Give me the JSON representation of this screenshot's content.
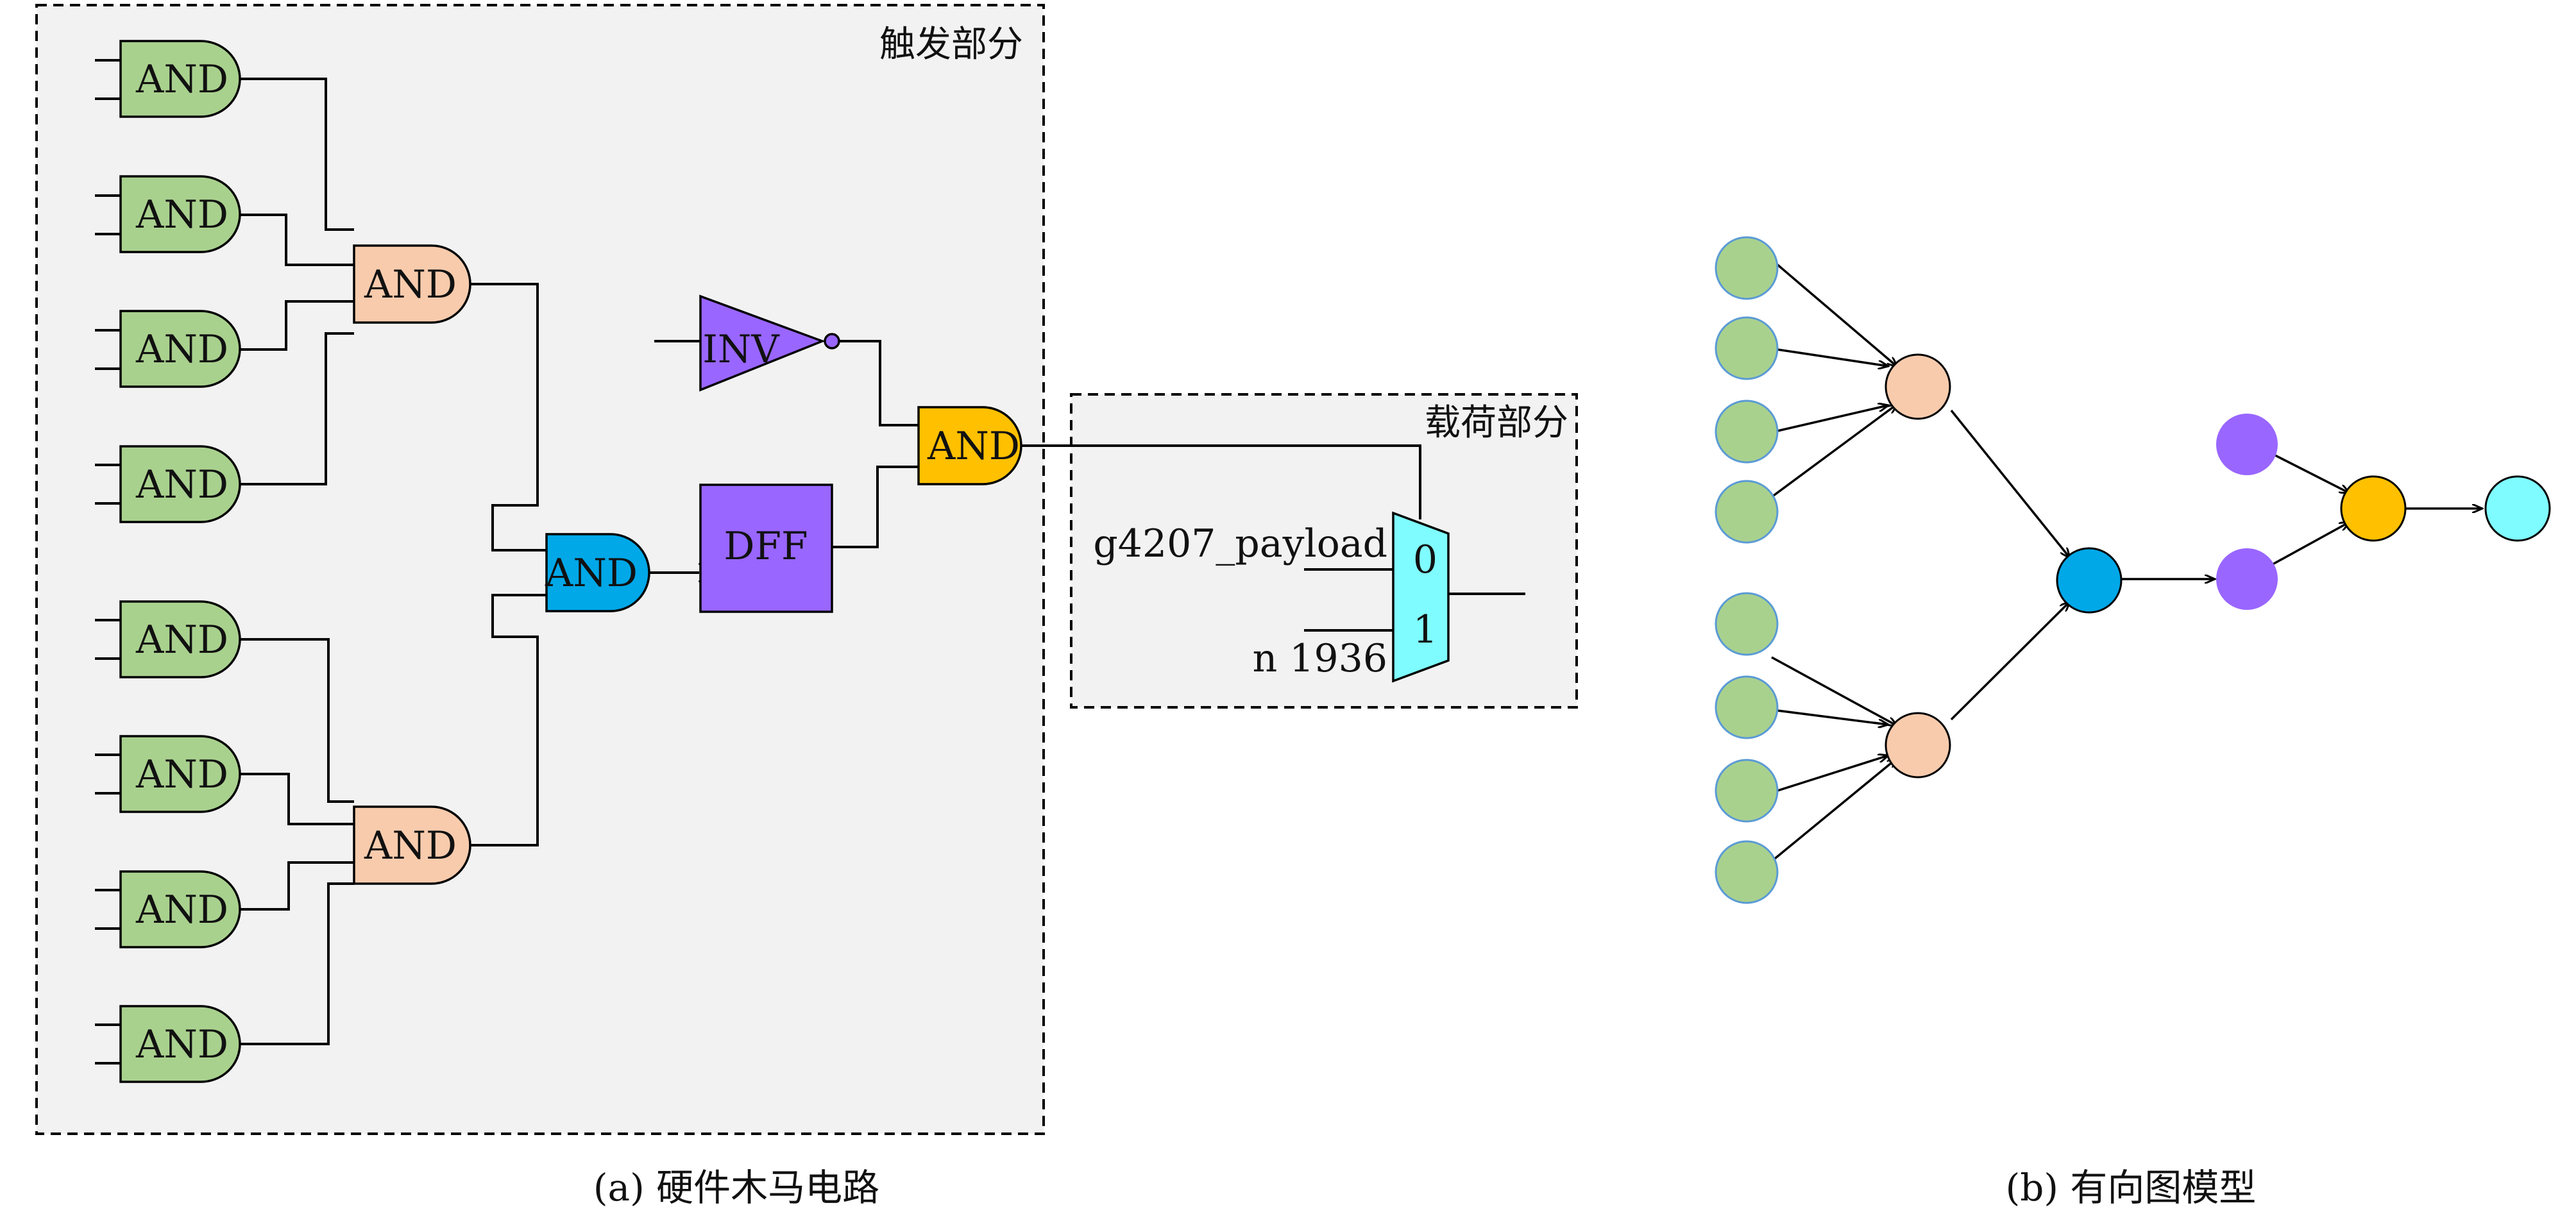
{
  "panel_a": {
    "trigger_region_title": "触发部分",
    "payload_region_title": "载荷部分",
    "caption": "(a) 硬件木马电路",
    "gates": {
      "and_label": "AND",
      "inv_label": "INV",
      "dff_label": "DFF"
    },
    "mux": {
      "input0_name": "g4207_payload",
      "input1_name": "n 1936",
      "port0": "0",
      "port1": "1"
    }
  },
  "panel_b": {
    "caption": "(b) 有向图模型"
  },
  "colors": {
    "green": "#a9d18e",
    "peach": "#f8cbad",
    "blue": "#00a8e8",
    "orange": "#ffc000",
    "purple": "#9966ff",
    "cyan": "#7ffcff",
    "region_fill": "#f2f2f2"
  }
}
